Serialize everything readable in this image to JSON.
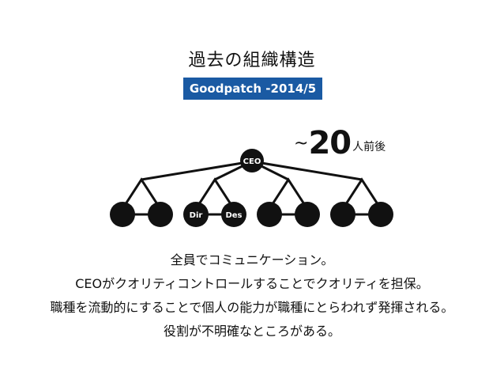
{
  "title": "過去の組織構造",
  "badge": "Goodpatch -2014/5",
  "headcount": {
    "tilde": "~",
    "number": "20",
    "unit": "人前後"
  },
  "ceo_label": "CEO",
  "dir_label": "Dir",
  "des_label": "Des",
  "descriptions": [
    "全員でコミュニケーション。",
    "CEOがクオリティコントロールすることでクオリティを担保。",
    "職種を流動的にすることで個人の能力が職種にとらわれず発揮される。",
    "役割が不明確なところがある。"
  ],
  "colors": {
    "node": "#111111",
    "badge": "#1a5aa3"
  }
}
